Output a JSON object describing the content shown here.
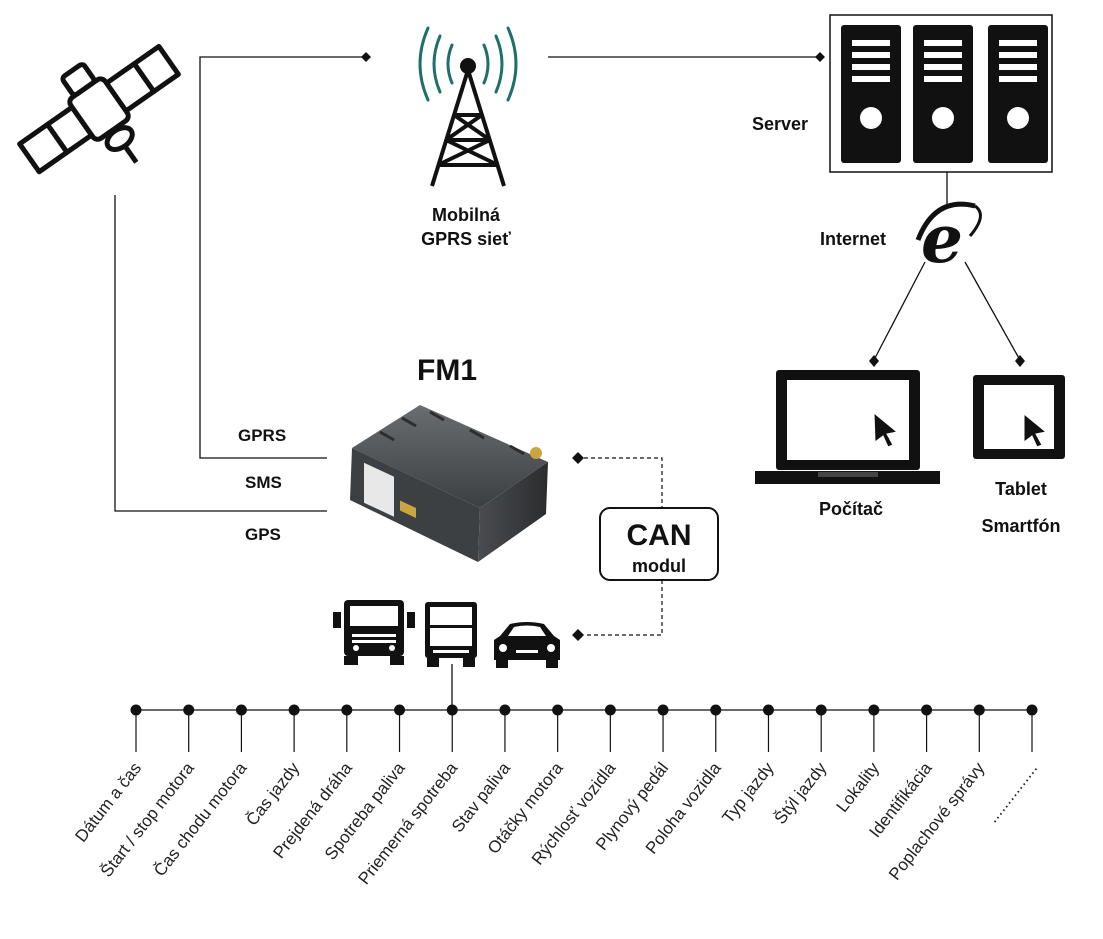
{
  "diagram": {
    "device_title": "FM1",
    "network_label_line1": "Mobilná",
    "network_label_line2": "GPRS sieť",
    "server_label": "Server",
    "internet_label": "Internet",
    "computer_label": "Počítač",
    "tablet_label": "Tablet",
    "smartphone_label": "Smartfón",
    "links": {
      "gprs": "GPRS",
      "sms": "SMS",
      "gps": "GPS"
    },
    "can_label": "CAN",
    "can_sublabel": "modul",
    "bus_items": [
      "Dátum a čas",
      "Štart / stop motora",
      "Čas chodu motora",
      "Čas jazdy",
      "Prejdená dráha",
      "Spotreba paliva",
      "Priemerná spotreba",
      "Stav paliva",
      "Otáčky motora",
      "Rýchlosť vozidla",
      "Plynový pedál",
      "Poloha vozidla",
      "Typ jazdy",
      "Štýl jazdy",
      "Lokality",
      "Identifikácia",
      "Poplachové správy",
      "..............."
    ],
    "icons": [
      "satellite-icon",
      "antenna-tower-icon",
      "server-rack-icon",
      "internet-explorer-icon",
      "laptop-icon",
      "tablet-icon",
      "cursor-icon",
      "tracker-device-icon",
      "truck-front-icon",
      "van-front-icon",
      "car-front-icon"
    ]
  }
}
